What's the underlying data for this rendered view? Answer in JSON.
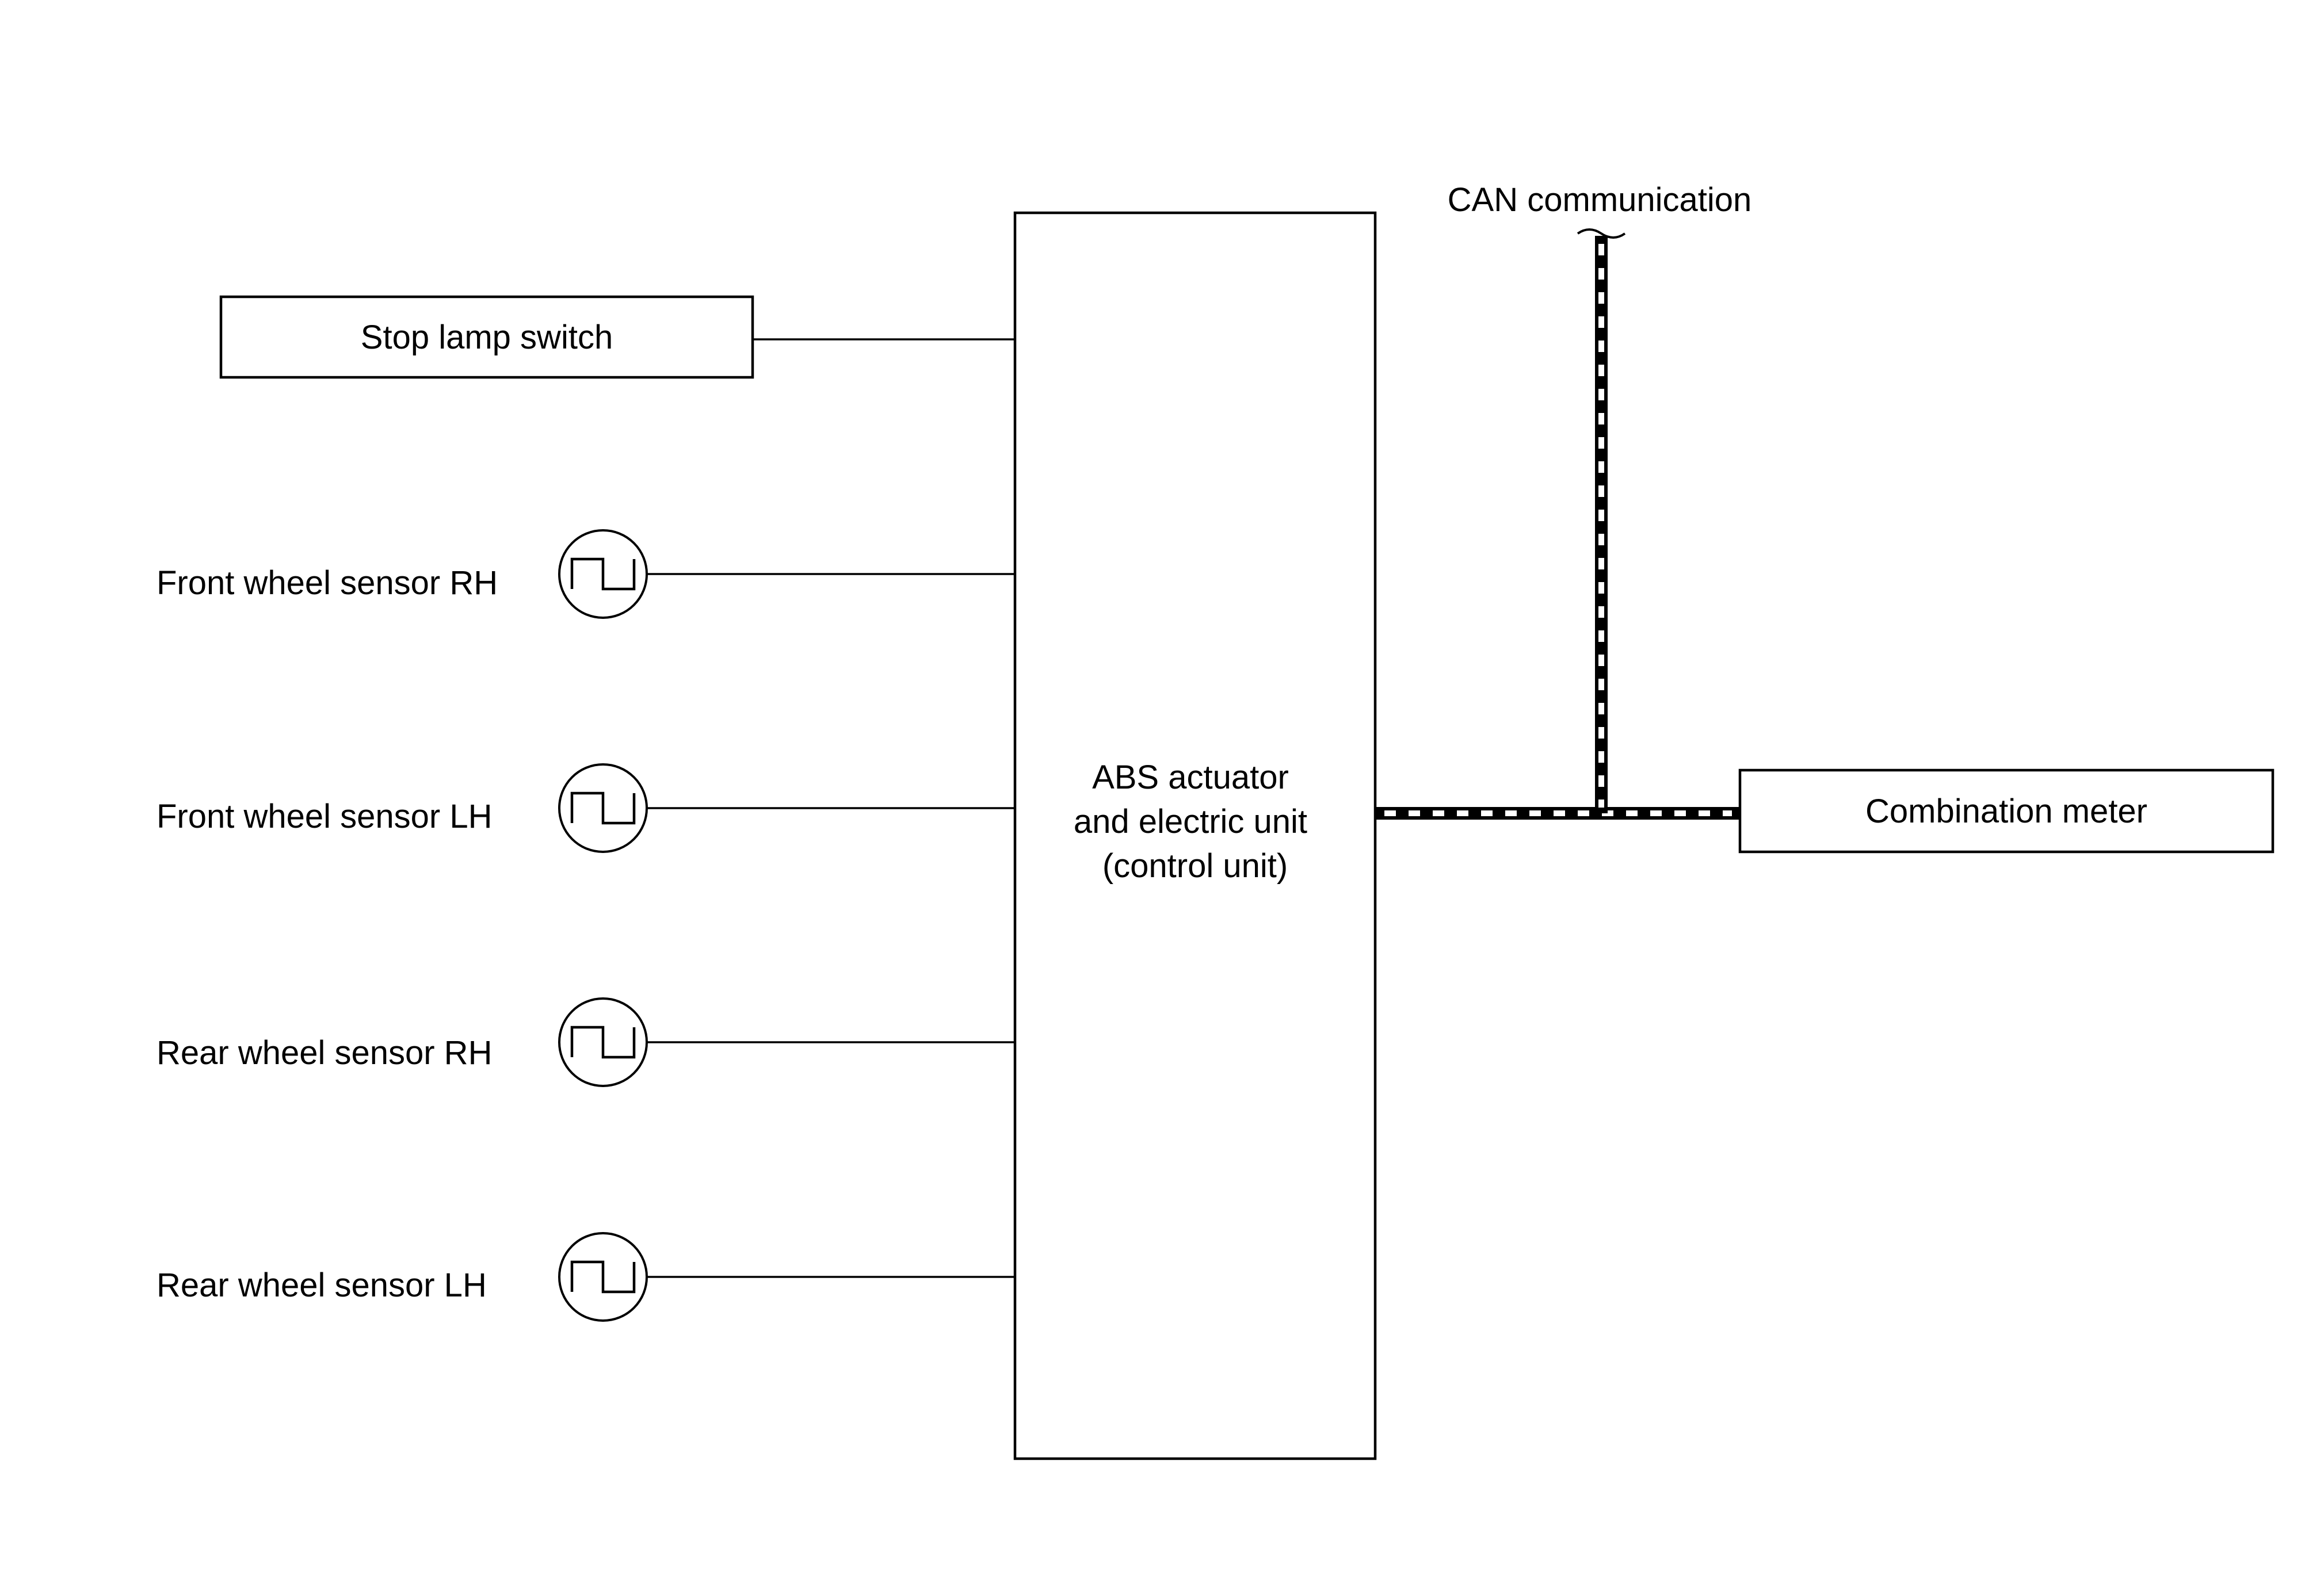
{
  "diagram": {
    "control_unit": {
      "line1": "ABS actuator",
      "line2": "and electric unit",
      "line3": "(control unit)"
    },
    "stop_lamp_switch": "Stop lamp switch",
    "combination_meter": "Combination meter",
    "can_label": "CAN communication",
    "sensors": [
      {
        "label": "Front wheel sensor RH",
        "icon": "square-wave-pulse-icon"
      },
      {
        "label": "Front wheel sensor LH",
        "icon": "square-wave-pulse-icon"
      },
      {
        "label": "Rear wheel sensor RH",
        "icon": "square-wave-pulse-icon"
      },
      {
        "label": "Rear wheel sensor LH",
        "icon": "square-wave-pulse-icon"
      }
    ],
    "colors": {
      "line": "#000000",
      "background": "#ffffff"
    }
  }
}
